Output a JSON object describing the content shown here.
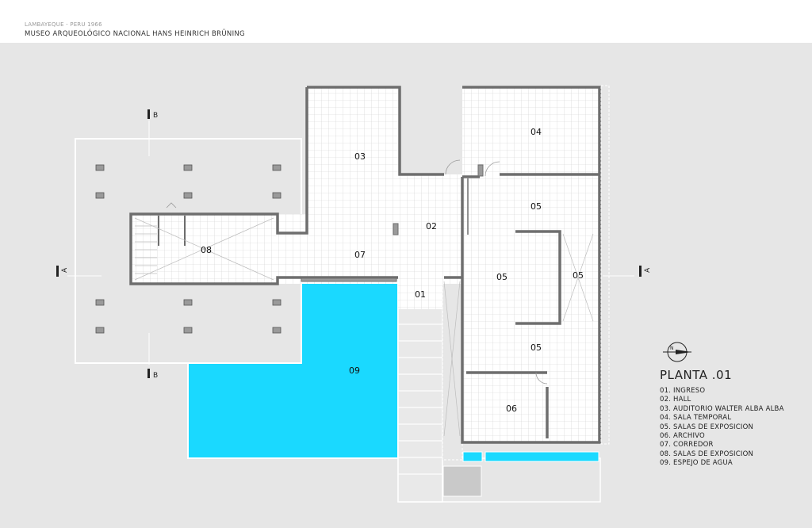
{
  "header": {
    "subtitle": "LAMBAYEQUE - PERU 1966",
    "title": "MUSEO ARQUEOLÓGICO NACIONAL HANS HEINRICH BRÜNING"
  },
  "colors": {
    "background": "#e6e6e6",
    "water": "#1ad9ff",
    "wall": "#7a7a7a",
    "floor": "#ffffff",
    "grid": "#cfcfcf"
  },
  "sections": {
    "a_left": "A",
    "a_right": "A",
    "b_top": "B",
    "b_bottom": "B"
  },
  "rooms": {
    "r01": "01",
    "r02": "02",
    "r03": "03",
    "r04": "04",
    "r05a": "05",
    "r05b": "05",
    "r05c": "05",
    "r05d": "05",
    "r06": "06",
    "r07": "07",
    "r08": "08",
    "r09": "09"
  },
  "north_label": "N",
  "legend": {
    "title": "PLANTA .01",
    "items": [
      "01.  INGRESO",
      "02. HALL",
      "03. AUDITORIO WALTER ALBA ALBA",
      "04. SALA TEMPORAL",
      "05. SALAS DE EXPOSICION",
      "06. ARCHIVO",
      "07. CORREDOR",
      "08. SALAS DE EXPOSICION",
      "09. ESPEJO DE AGUA"
    ]
  }
}
